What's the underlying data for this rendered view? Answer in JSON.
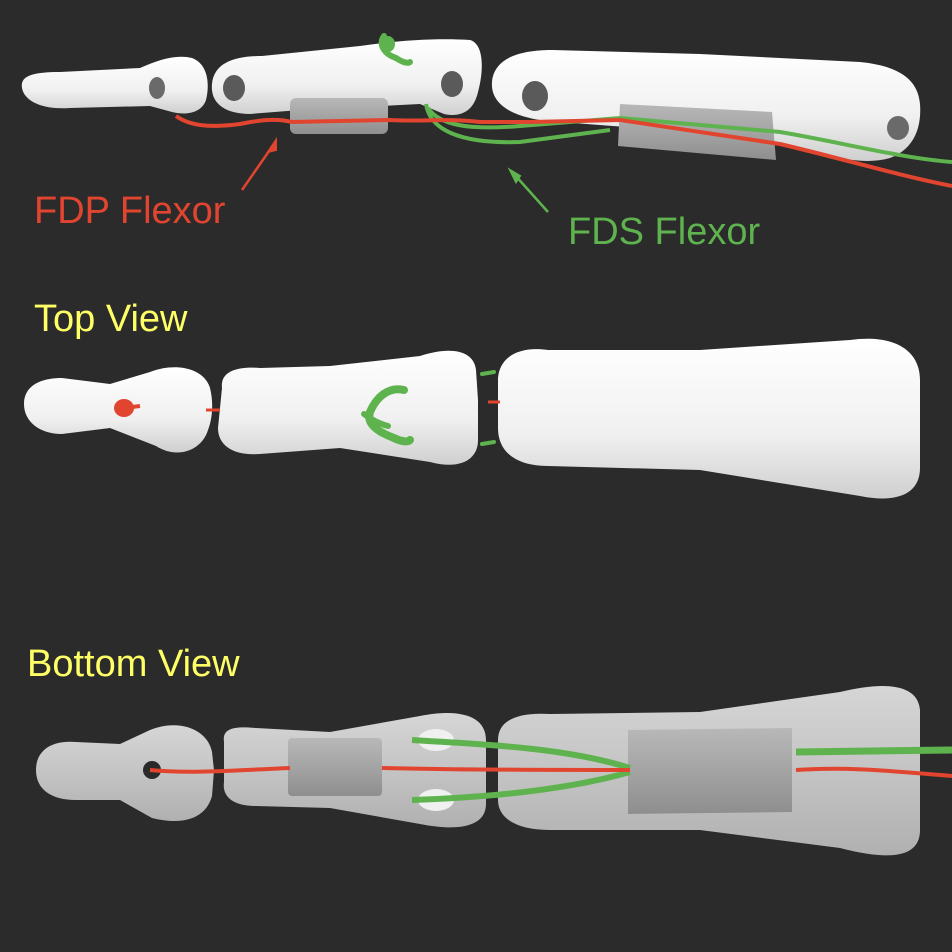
{
  "colors": {
    "background": "#2b2b2b",
    "bone_white": "#f2f2f2",
    "bone_gray": "#c8c8c8",
    "sleeve_gray": "#a8a8a8",
    "fdp_red": "#e2452f",
    "fds_green": "#5fb34e",
    "view_label_yellow": "#ffff66"
  },
  "labels": {
    "fdp": "FDP Flexor",
    "fds": "FDS Flexor",
    "top_view": "Top View",
    "bottom_view": "Bottom View"
  }
}
